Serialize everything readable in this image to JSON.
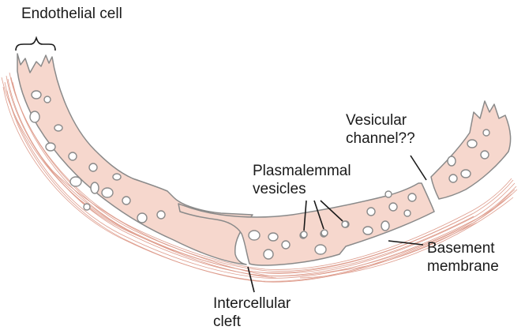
{
  "labels": {
    "endothelial_cell": "Endothelial cell",
    "vesicular_channel": "Vesicular\nchannel??",
    "plasmalemmal_vesicles": "Plasmalemmal\nvesicles",
    "basement_membrane": "Basement\nmembrane",
    "intercellular_cleft": "Intercellular\ncleft"
  },
  "colors": {
    "cell_fill": "#f6d7cd",
    "cell_outline": "#8a8a8a",
    "vesicle_fill": "#ffffff",
    "membrane_fibers": "#d98c7a",
    "leader_line": "#1a1a1a"
  }
}
